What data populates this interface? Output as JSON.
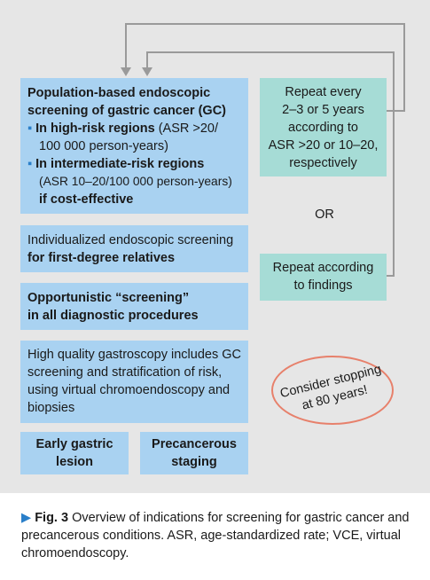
{
  "diagram": {
    "population_box": {
      "title": "Population-based endoscopic screening of gastric cancer (GC)",
      "high_risk_label": "In high-risk regions",
      "high_risk_detail_1": " (ASR >20/",
      "high_risk_detail_2": "100 000 person-years)",
      "intermediate_label": "In intermediate-risk regions",
      "intermediate_detail": "(ASR 10–20/100 000 person-years)",
      "cost_note": "if cost-effective"
    },
    "individualized_box": {
      "line1": "Individualized endoscopic screening",
      "line2": "for first-degree relatives"
    },
    "opportunistic_box": {
      "line1": "Opportunistic “screening”",
      "line2": "in all diagnostic procedures"
    },
    "quality_box": {
      "line1": "High quality gastroscopy includes GC",
      "line2": "screening and stratification of risk,",
      "line3": "using virtual chromoendoscopy and",
      "line4": "biopsies"
    },
    "early_gastric_box": {
      "line1": "Early gastric",
      "line2": "lesion"
    },
    "precancerous_box": {
      "line1": "Precancerous",
      "line2": "staging"
    },
    "repeat_box": {
      "line1": "Repeat every",
      "line2": "2–3 or 5 years",
      "line3": "according to",
      "line4": "ASR >20 or 10–20,",
      "line5": "respectively"
    },
    "or_label": "OR",
    "repeat_findings_box": {
      "line1": "Repeat according",
      "line2": "to findings"
    },
    "stop_note": {
      "line1": "Consider stopping",
      "line2": "at 80 years!"
    }
  },
  "caption": {
    "marker": "▶",
    "label": "Fig. 3",
    "text": "Overview of indications for screening for gastric cancer and precancerous conditions. ASR, age-standardized rate; VCE, virtual chromoendoscopy."
  },
  "colors": {
    "blue_box": "#a9d2f1",
    "teal_box": "#a6dcd6",
    "panel": "#e6e6e6",
    "oval_border": "#e7806b",
    "accent": "#2a7fc9"
  }
}
